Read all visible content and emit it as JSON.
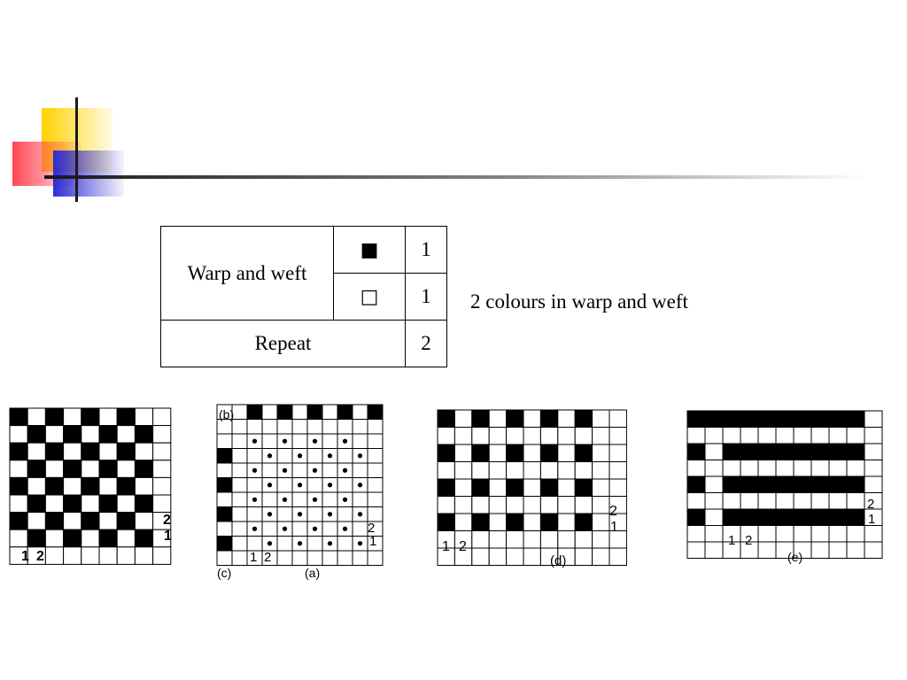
{
  "table": {
    "warp_weft_label": "Warp and weft",
    "black_symbol": "■",
    "black_count": "1",
    "white_symbol": "□",
    "white_count": "1",
    "repeat_label": "Repeat",
    "repeat_value": "2"
  },
  "note": "2 colours in warp and weft",
  "diagrams": {
    "checker": {
      "num_1": "1",
      "num_2": "2"
    },
    "b": {
      "label_b": "(b)",
      "label_c": "(c)",
      "label_a": "(a)",
      "num_1": "1",
      "num_2": "2"
    },
    "d": {
      "label": "(d)",
      "num_1": "1",
      "num_2": "2"
    },
    "e": {
      "label": "(e)",
      "num_1": "1",
      "num_2": "2"
    }
  },
  "colors": {
    "deco_yellow": "#ffd200",
    "deco_red": "#ff3c4b",
    "deco_blue": "#2d2dd2",
    "line": "#1a1a1a",
    "ink": "#000000"
  }
}
